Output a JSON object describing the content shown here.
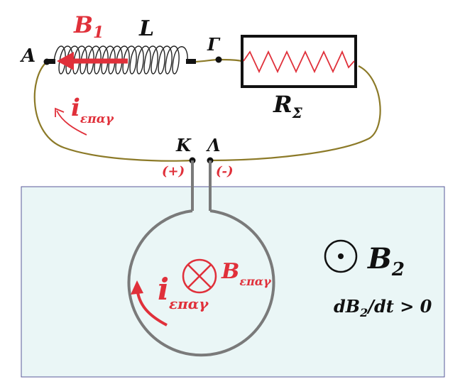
{
  "labels": {
    "A": "Α",
    "Gamma": "Γ",
    "K": "Κ",
    "Lambda": "Λ",
    "L": "L",
    "R": "R",
    "R_sub": "Σ",
    "B1": "B",
    "B1_sub": "1",
    "i": "i",
    "i_sub": "επαγ",
    "plus": "(+)",
    "minus": "(-)",
    "B_ind": "B",
    "B_ind_sub": "επαγ",
    "B2": "B",
    "B2_sub": "2",
    "dB": "dB",
    "dB_sub": "2",
    "dB_rest": "/dt > 0"
  },
  "colors": {
    "wire": "#8c7a28",
    "red": "#e0303a",
    "field_bg": "#eaf6f6",
    "field_border": "#5a5a9a",
    "loop": "#7a7a7a"
  }
}
